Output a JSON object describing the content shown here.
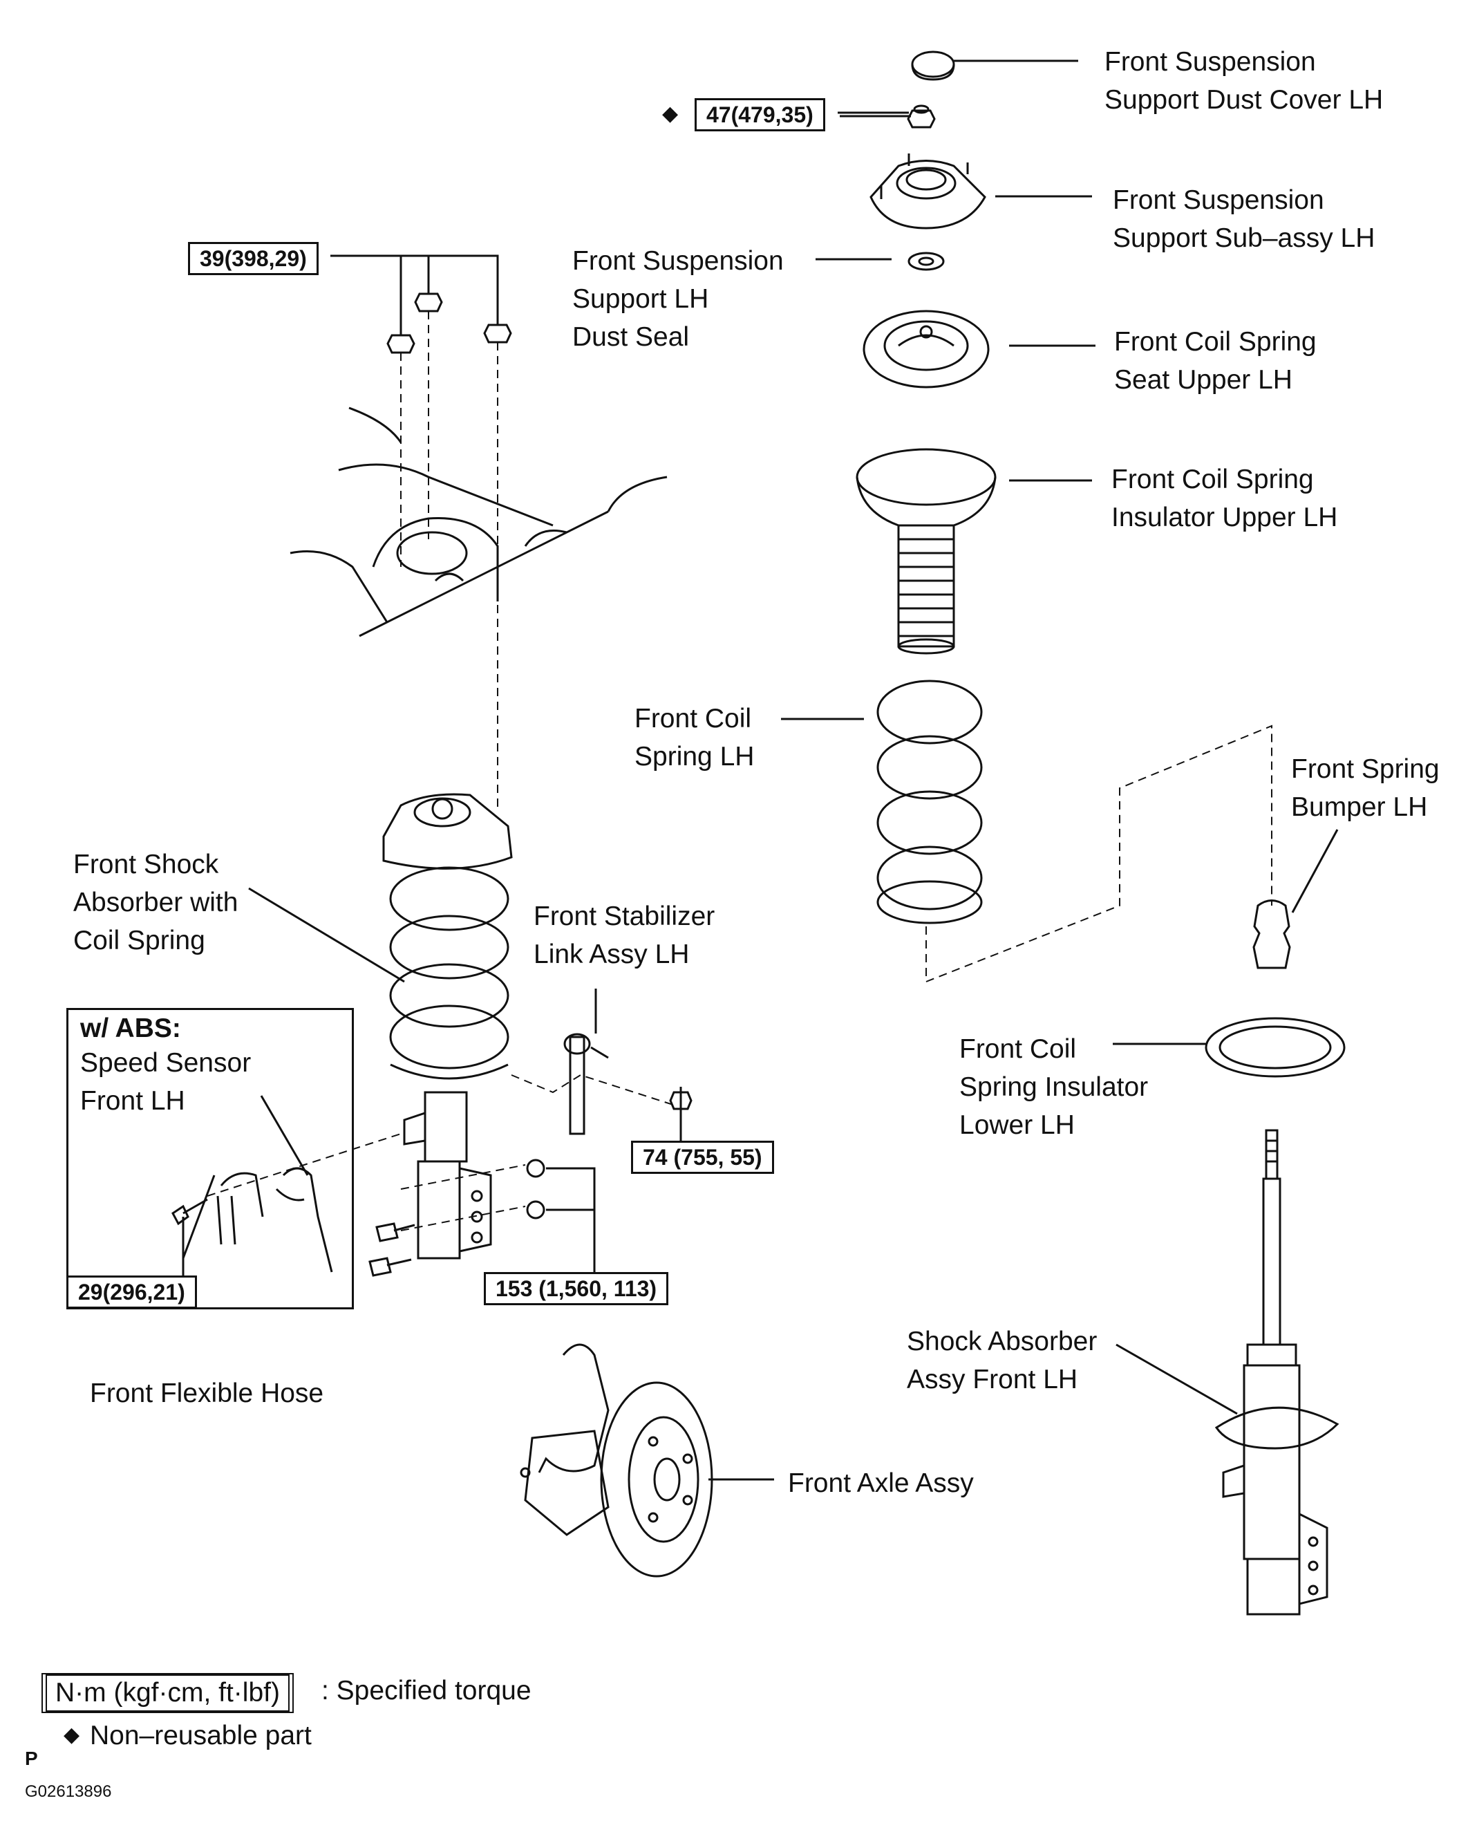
{
  "labels": {
    "dust_cover": "Front Suspension\nSupport Dust Cover LH",
    "support_subassy": "Front Suspension\nSupport Sub–assy LH",
    "dust_seal": "Front Suspension\nSupport LH\nDust Seal",
    "spring_seat_upper": "Front Coil Spring\nSeat Upper LH",
    "insulator_upper": "Front Coil Spring\nInsulator Upper LH",
    "coil_spring": "Front Coil\nSpring LH",
    "spring_bumper": "Front Spring\nBumper LH",
    "shock_with_spring": "Front Shock\nAbsorber with\nCoil Spring",
    "stabilizer_link": "Front Stabilizer\nLink Assy LH",
    "abs_heading": "w/ ABS:",
    "speed_sensor": "Speed Sensor\nFront LH",
    "insulator_lower": "Front Coil\nSpring Insulator\nLower LH",
    "flexible_hose": "Front Flexible Hose",
    "shock_assy": "Shock Absorber\nAssy Front LH",
    "axle_assy": "Front Axle Assy"
  },
  "torques": {
    "t47": "47(479,35)",
    "t39": "39(398,29)",
    "t74": "74 (755, 55)",
    "t29": "29(296,21)",
    "t153": "153 (1,560, 113)"
  },
  "legend": {
    "unit": "N·m (kgf·cm, ft·lbf)",
    "specified": ": Specified torque",
    "diamond": "◆",
    "non_reusable": "Non–reusable part"
  },
  "footer": {
    "letter": "P",
    "code": "G02613896"
  }
}
